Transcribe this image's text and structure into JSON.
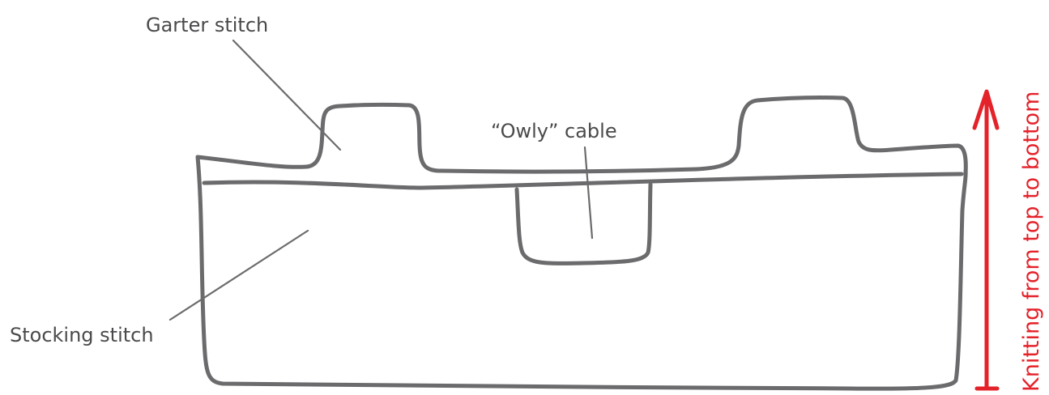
{
  "labels": {
    "garter_stitch": "Garter stitch",
    "owly_cable": "“Owly” cable",
    "stocking_stitch": "Stocking stitch",
    "direction": "Knitting from top to bottom"
  },
  "colors": {
    "outline": "#6b6b6d",
    "label_text": "#4a4a4c",
    "arrow": "#e4222a"
  }
}
